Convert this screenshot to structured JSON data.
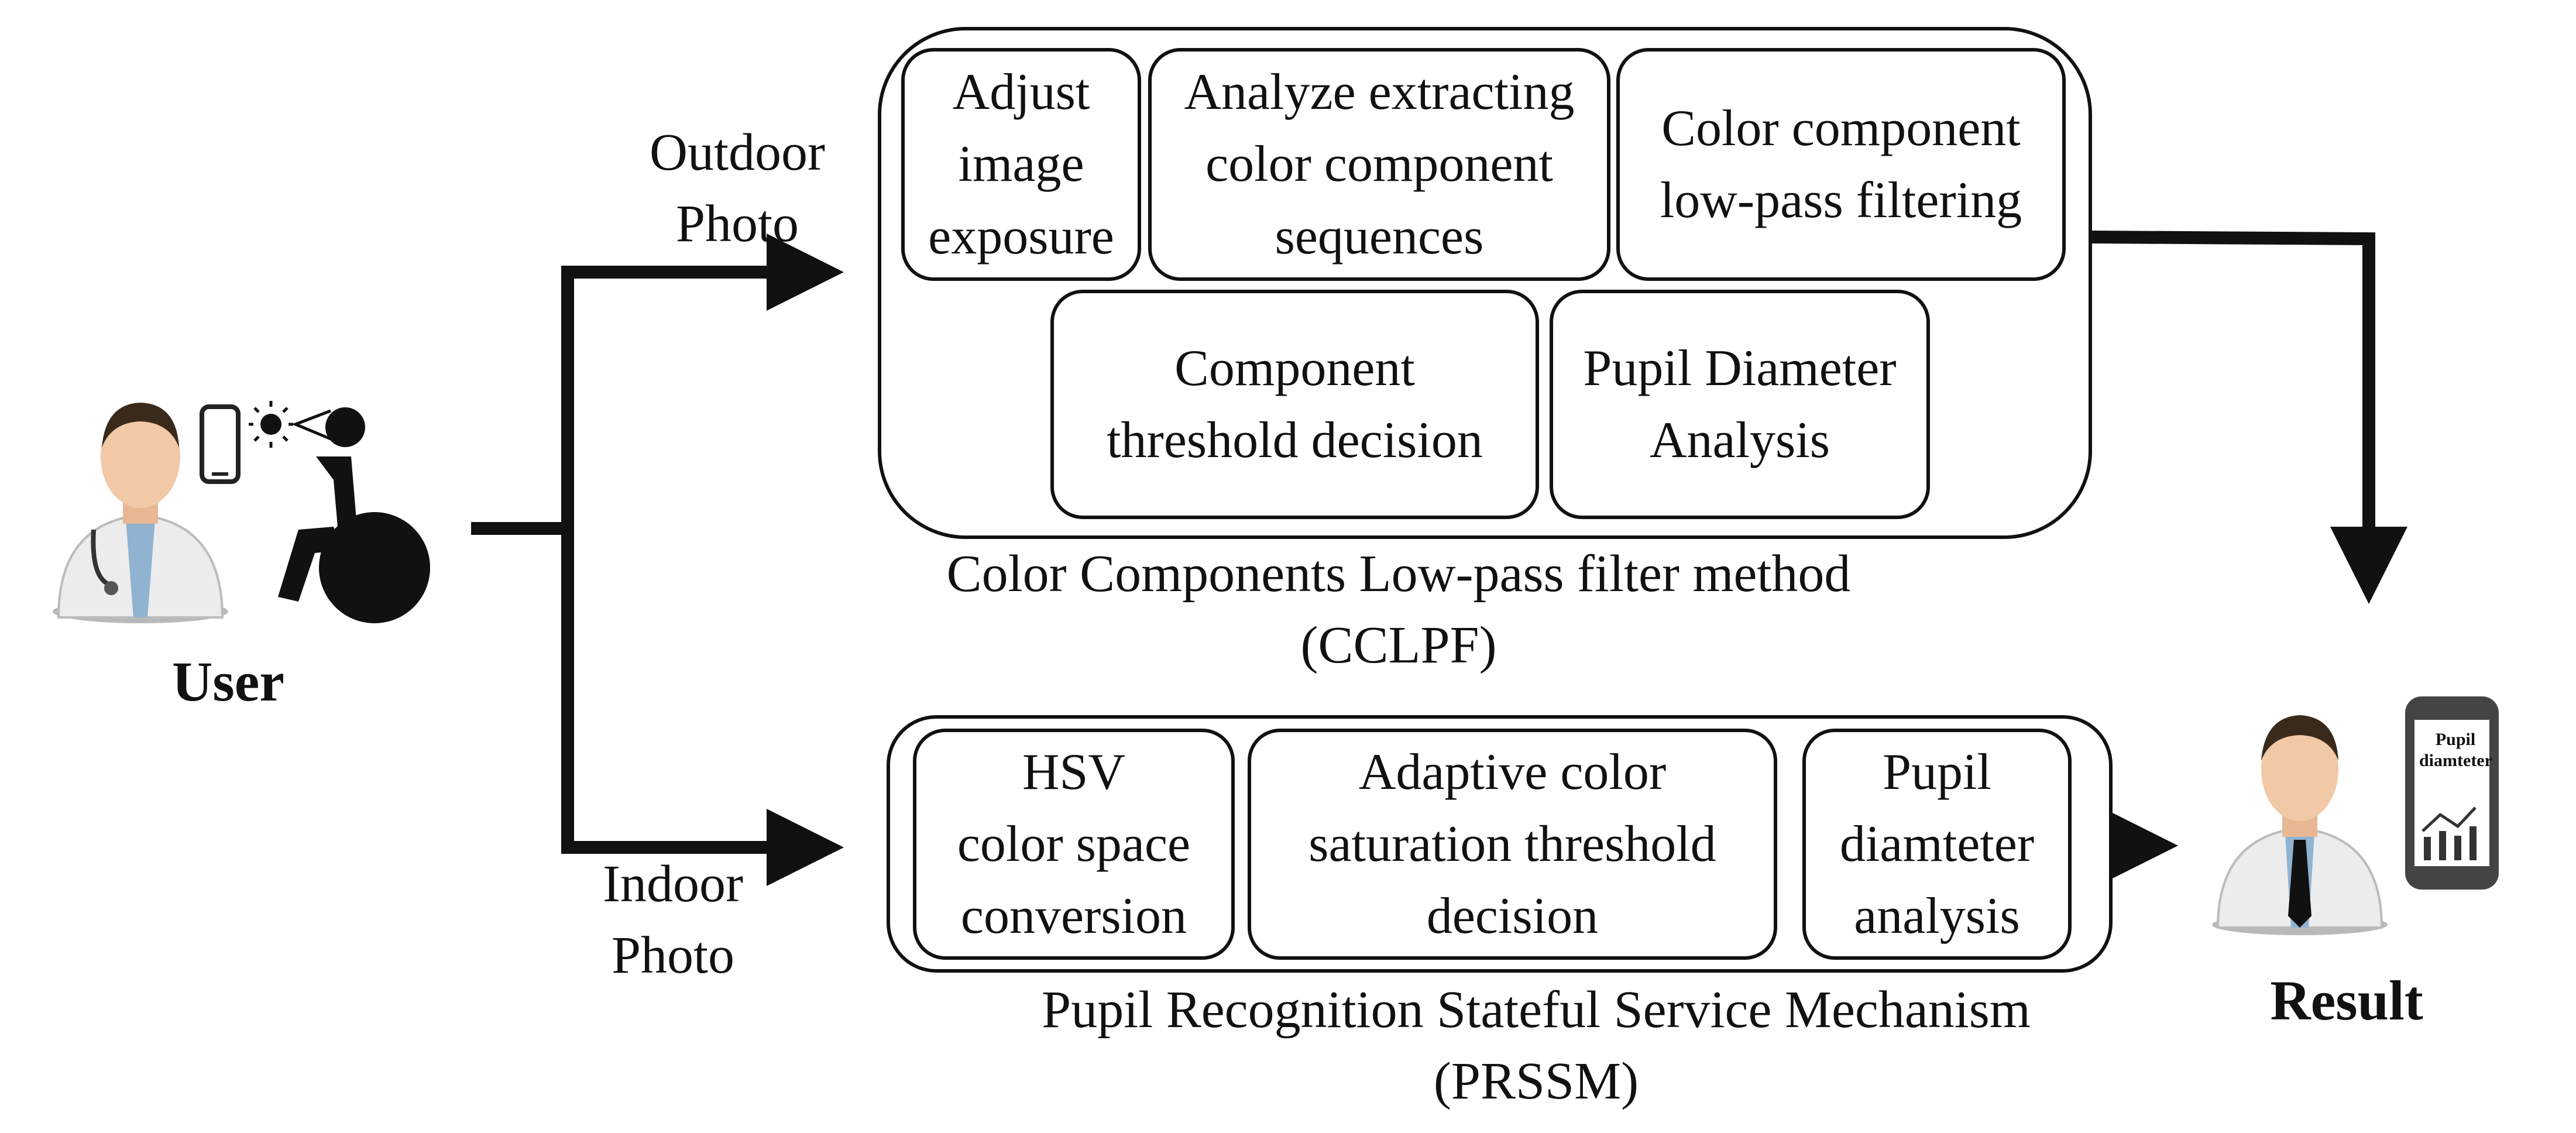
{
  "user_label": "User",
  "result_label": "Result",
  "outdoor_label": "Outdoor\nPhoto",
  "indoor_label": "Indoor\nPhoto",
  "cclpf": {
    "caption": "Color Components Low-pass filter method\n(CCLPF)",
    "steps": [
      "Adjust\nimage\nexposure",
      "Analyze extracting\ncolor component\nsequences",
      "Color component\nlow-pass filtering",
      "Component\nthreshold decision",
      "Pupil Diameter\nAnalysis"
    ]
  },
  "prssm": {
    "caption": "Pupil Recognition Stateful Service Mechanism\n(PRSSM)",
    "steps": [
      "HSV\ncolor space\nconversion",
      "Adaptive color\nsaturation threshold\ndecision",
      "Pupil\ndiamteter\nanalysis"
    ]
  },
  "phone_screen_text": "Pupil\ndiamteter",
  "icons": [
    "doctor-icon",
    "smartphone-icon",
    "sun-icon",
    "wheelchair-user-icon",
    "result-doctor-icon",
    "result-phone-icon"
  ]
}
